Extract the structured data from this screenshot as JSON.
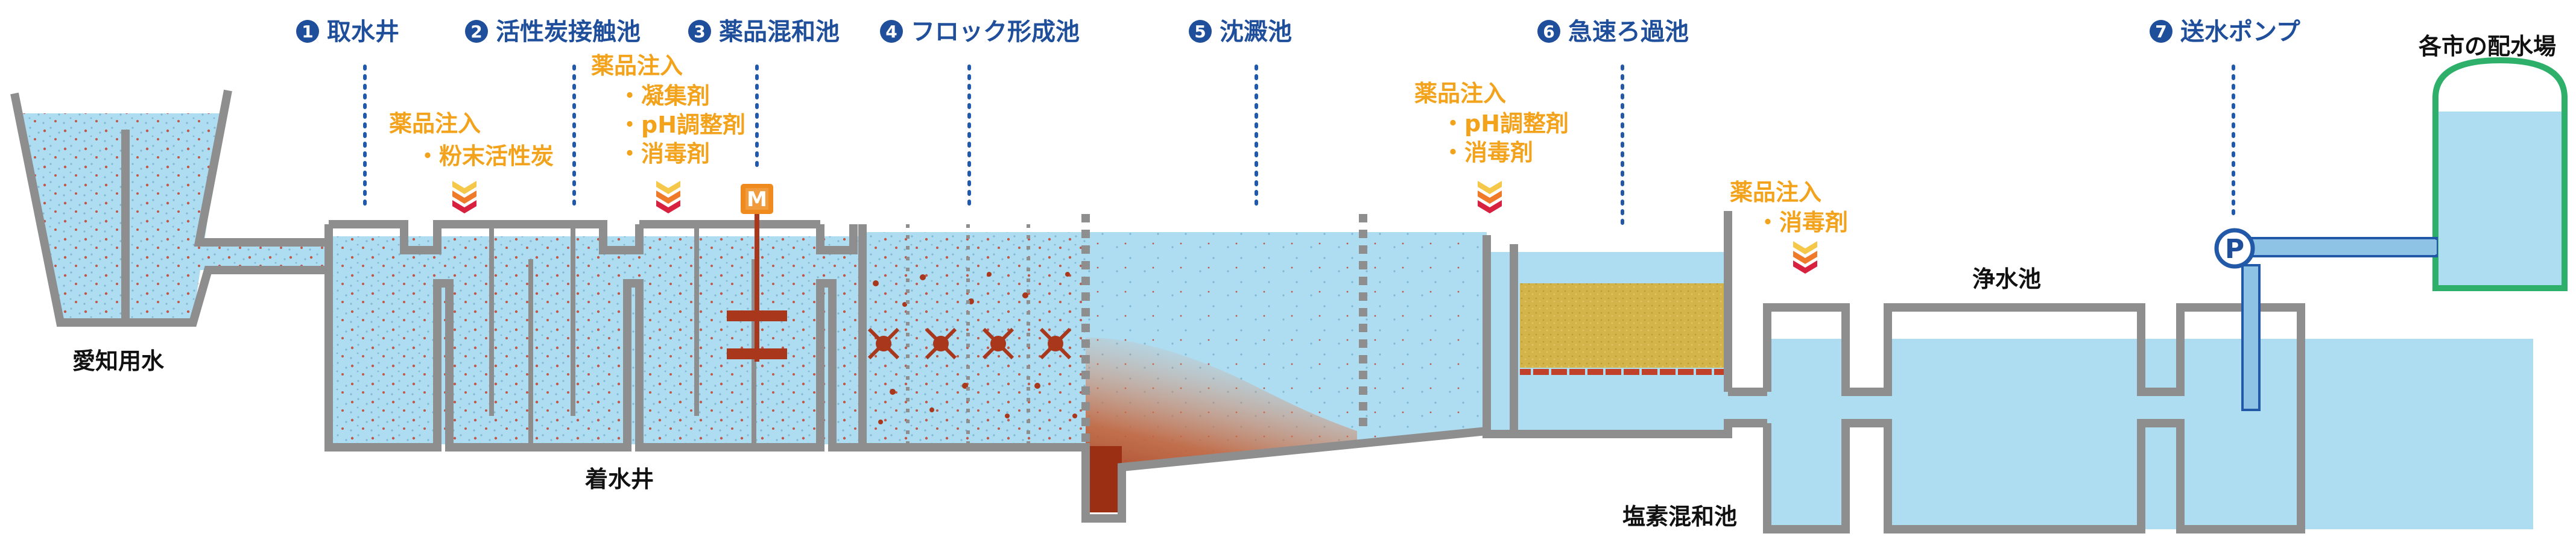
{
  "stages": [
    {
      "num": "1",
      "label": "取水井"
    },
    {
      "num": "2",
      "label": "活性炭接触池"
    },
    {
      "num": "3",
      "label": "薬品混和池"
    },
    {
      "num": "4",
      "label": "フロック形成池"
    },
    {
      "num": "5",
      "label": "沈澱池"
    },
    {
      "num": "6",
      "label": "急速ろ過池"
    },
    {
      "num": "7",
      "label": "送水ポンプ"
    }
  ],
  "chemical_injections": [
    {
      "title": "薬品注入",
      "items": [
        "・粉末活性炭"
      ]
    },
    {
      "title": "薬品注入",
      "items": [
        "・凝集剤",
        "・pH調整剤",
        "・消毒剤"
      ]
    },
    {
      "title": "薬品注入",
      "items": [
        "・pH調整剤",
        "・消毒剤"
      ]
    },
    {
      "title": "薬品注入",
      "items": [
        "・消毒剤"
      ]
    }
  ],
  "places": {
    "source": "愛知用水",
    "receiving_well": "着水井",
    "chlorine_mixing": "塩素混和池",
    "clear_well": "浄水池",
    "distribution": "各市の配水場"
  },
  "symbols": {
    "motor": "M",
    "pump": "P"
  },
  "colors": {
    "stage_text": "#1f4e9b",
    "chemical_text": "#f3a21b",
    "water": "#aedcf1",
    "wall": "#8e8e8e",
    "sediment": "#a23a1b",
    "filter_sand": "#d2b44b",
    "reservoir_outline": "#2eb06a",
    "pipe": "#8ec3e6"
  }
}
